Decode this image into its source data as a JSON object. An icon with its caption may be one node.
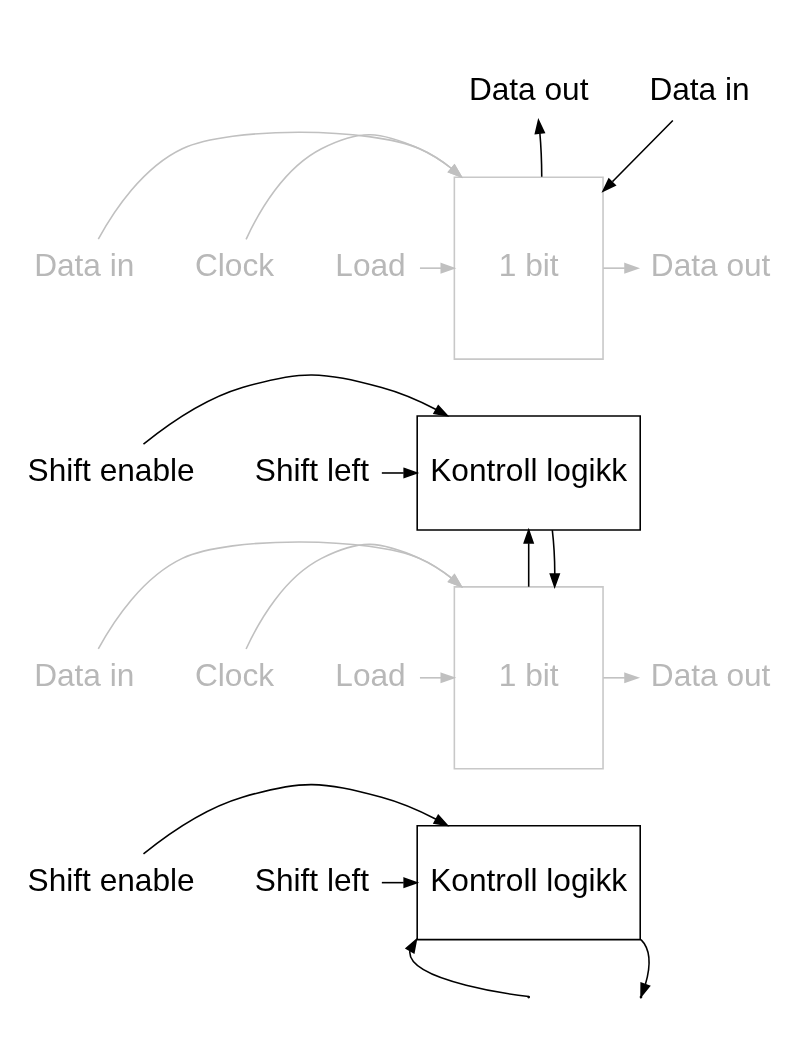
{
  "diagram": {
    "nodes": [
      {
        "text": [
          "Data out"
        ]
      },
      {
        "text": [
          "Data in"
        ]
      },
      {
        "text": [
          "1 bit"
        ]
      },
      {
        "text": [
          "Data in"
        ]
      },
      {
        "text": [
          "Clock"
        ]
      },
      {
        "text": [
          "Load"
        ]
      },
      {
        "text": [
          "Data out"
        ]
      },
      {
        "text": [
          "Shift enable"
        ]
      },
      {
        "text": [
          "Shift left"
        ]
      },
      {
        "text": [
          "Kontroll logikk"
        ]
      },
      {
        "text": [
          "Data in"
        ]
      },
      {
        "text": [
          "Clock"
        ]
      },
      {
        "text": [
          "Load"
        ]
      },
      {
        "text": [
          "1 bit"
        ]
      },
      {
        "text": [
          "Data out"
        ]
      },
      {
        "text": [
          "Shift enable"
        ]
      },
      {
        "text": [
          "Shift left"
        ]
      },
      {
        "text": [
          "Kontroll logikk"
        ]
      }
    ],
    "edges": [
      {
        "from": 2,
        "to": 0,
        "arrow": "to"
      },
      {
        "from": 1,
        "to": 2,
        "arrow": "to"
      },
      {
        "from": 3,
        "to": 2,
        "arrow": "to",
        "color": "#c0c0c0"
      },
      {
        "from": 4,
        "to": 2,
        "arrow": "to",
        "color": "#c0c0c0"
      },
      {
        "from": 5,
        "to": 2,
        "arrow": "to",
        "color": "#c0c0c0"
      },
      {
        "from": 2,
        "to": 6,
        "arrow": "to",
        "color": "#c0c0c0"
      },
      {
        "from": 7,
        "to": 9,
        "arrow": "to"
      },
      {
        "from": 8,
        "to": 9,
        "arrow": "to"
      },
      {
        "from": 13,
        "to": 9,
        "arrow": "to"
      },
      {
        "from": 9,
        "to": 13,
        "arrow": "to"
      },
      {
        "from": 10,
        "to": 13,
        "arrow": "to",
        "color": "#c0c0c0"
      },
      {
        "from": 11,
        "to": 13,
        "arrow": "to",
        "color": "#c0c0c0"
      },
      {
        "from": 12,
        "to": 13,
        "arrow": "to",
        "color": "#c0c0c0"
      },
      {
        "from": 13,
        "to": 14,
        "arrow": "to",
        "color": "#c0c0c0"
      },
      {
        "from": 15,
        "to": 17,
        "arrow": "to"
      },
      {
        "from": 16,
        "to": 17,
        "arrow": "to"
      },
      {
        "from": null,
        "to": 17,
        "arrow": "to"
      },
      {
        "from": 17,
        "to": null,
        "arrow": "to"
      }
    ]
  }
}
